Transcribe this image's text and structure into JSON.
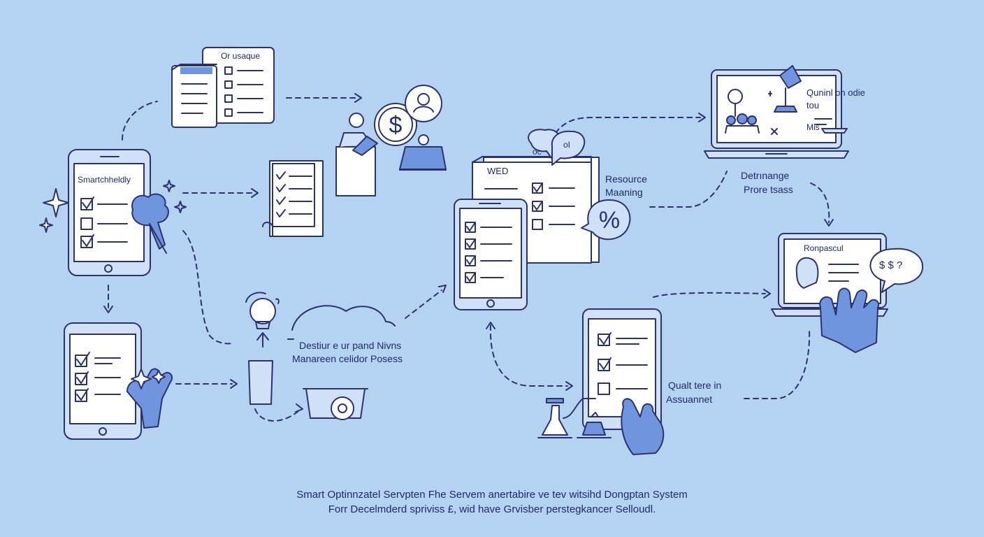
{
  "nodes": {
    "top_doc": {
      "title": "Or usaque"
    },
    "left_tablet": {
      "title": "Smartchheldly"
    },
    "review_doc": {
      "badges": [
        "oc",
        "oI"
      ],
      "title": "WED"
    },
    "resource": {
      "line1": "Resource",
      "line2": "Maaning"
    },
    "laptop_top": {
      "line1": "Quninl on odie",
      "line2": "tou",
      "line3": "Mis"
    },
    "delivery": {
      "line1": "Detrınange",
      "line2": "Prore tsass"
    },
    "laptop_right": {
      "title": "Ronpascul",
      "bubble": "$ $ ?"
    },
    "center_text": {
      "line1": "Destiur e ur pand Nivns",
      "line2": "Manareen celidor Posess"
    },
    "quality": {
      "line1": "Qualt tere in",
      "line2": "Assuannet"
    },
    "money_icon": {
      "symbol": "$"
    },
    "percent_icon": {
      "symbol": "%"
    }
  },
  "caption": {
    "line1": "Smart Optinnzatel Servpten Fhe Servem anertabire ve tev witsihd Dongptan System",
    "line2": "Forr Decelmderd spriviss £, wid have Grvisber perstegkancer Selloudl."
  },
  "colors": {
    "background": "#b3d3f0",
    "stroke": "#2b3270",
    "fill_light": "#ffffff",
    "fill_accent": "#6f95df",
    "fill_soft": "#cfe0f7"
  }
}
